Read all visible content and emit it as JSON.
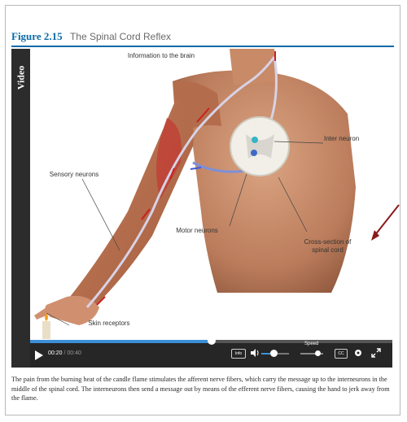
{
  "figure": {
    "number": "Figure 2.15",
    "title": "The Spinal Cord Reflex",
    "video_tab": "Video"
  },
  "labels": {
    "brain": "Information to the brain",
    "inter_neuron": "Inter neuron",
    "sensory_neurons": "Sensory neurons",
    "motor_neurons": "Motor neurons",
    "cross_section": "Cross-section of spinal cord",
    "skin_receptors": "Skin receptors"
  },
  "player": {
    "current_time": "00:20",
    "separator": " / ",
    "duration": "00:40",
    "progress": 0.5,
    "info_label": "Info",
    "volume_level": 0.45,
    "speed_label": "Speed",
    "speed_level": 0.75,
    "cc_label": "CC"
  },
  "caption": "The pain from the burning heat of the candle flame stimulates the afferent nerve fibers, which carry the message up to the interneurons in the middle of the spinal cord. The interneurons then send a message out by means of the efferent nerve fibers, causing the hand to jerk away from the flame.",
  "colors": {
    "accent": "#0b6aa8",
    "player_bar": "#262626",
    "progress": "#3d8fd6",
    "annotation_arrow": "#8b1a1a"
  }
}
